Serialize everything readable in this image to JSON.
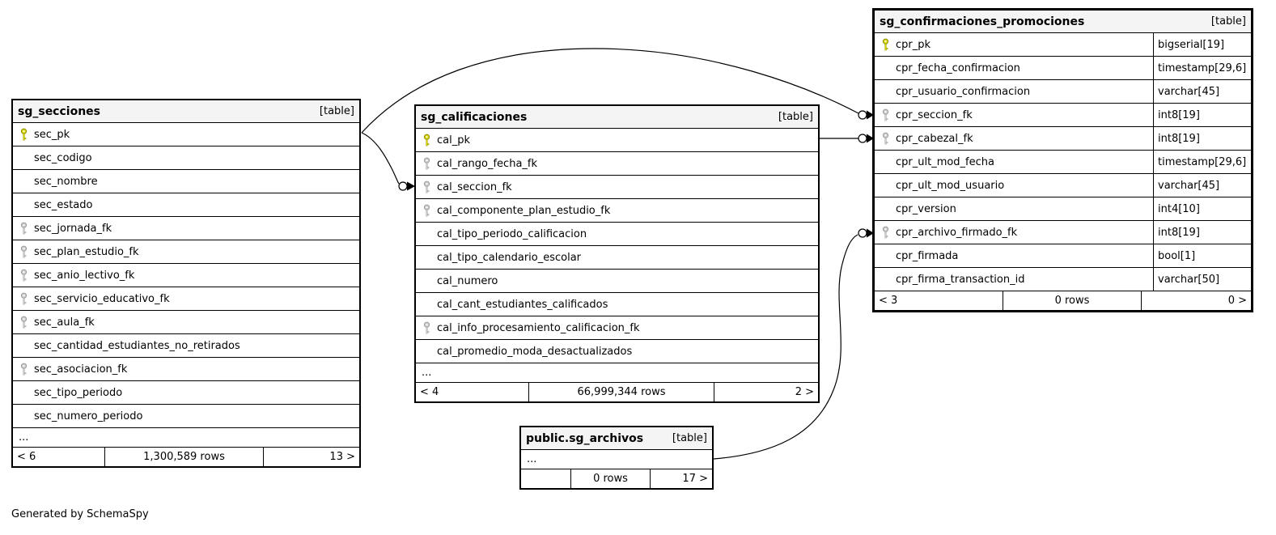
{
  "diagram": {
    "footer_note": "Generated by SchemaSpy",
    "colors": {
      "pk_key_fill": "#d8d800",
      "pk_key_stroke": "#8f8f00",
      "fk_key_fill": "#cccccc",
      "fk_key_stroke": "#9e9e9e",
      "header_bg": "#f4f4f4",
      "border": "#000000",
      "wire": "#000000"
    },
    "tables": [
      {
        "id": "sg_secciones",
        "title": "sg_secciones",
        "badge": "[table]",
        "typed": false,
        "columns": [
          {
            "name": "sec_pk",
            "key": "pk"
          },
          {
            "name": "sec_codigo",
            "key": null
          },
          {
            "name": "sec_nombre",
            "key": null
          },
          {
            "name": "sec_estado",
            "key": null
          },
          {
            "name": "sec_jornada_fk",
            "key": "fk"
          },
          {
            "name": "sec_plan_estudio_fk",
            "key": "fk"
          },
          {
            "name": "sec_anio_lectivo_fk",
            "key": "fk"
          },
          {
            "name": "sec_servicio_educativo_fk",
            "key": "fk"
          },
          {
            "name": "sec_aula_fk",
            "key": "fk"
          },
          {
            "name": "sec_cantidad_estudiantes_no_retirados",
            "key": null
          },
          {
            "name": "sec_asociacion_fk",
            "key": "fk"
          },
          {
            "name": "sec_tipo_periodo",
            "key": null
          },
          {
            "name": "sec_numero_periodo",
            "key": null
          }
        ],
        "ellipsis": "...",
        "footer": {
          "left": "< 6",
          "center": "1,300,589 rows",
          "right": "13 >"
        }
      },
      {
        "id": "sg_calificaciones",
        "title": "sg_calificaciones",
        "badge": "[table]",
        "typed": false,
        "columns": [
          {
            "name": "cal_pk",
            "key": "pk"
          },
          {
            "name": "cal_rango_fecha_fk",
            "key": "fk"
          },
          {
            "name": "cal_seccion_fk",
            "key": "fk"
          },
          {
            "name": "cal_componente_plan_estudio_fk",
            "key": "fk"
          },
          {
            "name": "cal_tipo_periodo_calificacion",
            "key": null
          },
          {
            "name": "cal_tipo_calendario_escolar",
            "key": null
          },
          {
            "name": "cal_numero",
            "key": null
          },
          {
            "name": "cal_cant_estudiantes_calificados",
            "key": null
          },
          {
            "name": "cal_info_procesamiento_calificacion_fk",
            "key": "fk"
          },
          {
            "name": "cal_promedio_moda_desactualizados",
            "key": null
          }
        ],
        "ellipsis": "...",
        "footer": {
          "left": "< 4",
          "center": "66,999,344 rows",
          "right": "2 >"
        }
      },
      {
        "id": "sg_confirmaciones_promociones",
        "title": "sg_confirmaciones_promociones",
        "badge": "[table]",
        "typed": true,
        "columns": [
          {
            "name": "cpr_pk",
            "key": "pk",
            "type": "bigserial[19]"
          },
          {
            "name": "cpr_fecha_confirmacion",
            "key": null,
            "type": "timestamp[29,6]"
          },
          {
            "name": "cpr_usuario_confirmacion",
            "key": null,
            "type": "varchar[45]"
          },
          {
            "name": "cpr_seccion_fk",
            "key": "fk",
            "type": "int8[19]"
          },
          {
            "name": "cpr_cabezal_fk",
            "key": "fk",
            "type": "int8[19]"
          },
          {
            "name": "cpr_ult_mod_fecha",
            "key": null,
            "type": "timestamp[29,6]"
          },
          {
            "name": "cpr_ult_mod_usuario",
            "key": null,
            "type": "varchar[45]"
          },
          {
            "name": "cpr_version",
            "key": null,
            "type": "int4[10]"
          },
          {
            "name": "cpr_archivo_firmado_fk",
            "key": "fk",
            "type": "int8[19]"
          },
          {
            "name": "cpr_firmada",
            "key": null,
            "type": "bool[1]"
          },
          {
            "name": "cpr_firma_transaction_id",
            "key": null,
            "type": "varchar[50]"
          }
        ],
        "ellipsis": null,
        "footer": {
          "left": "< 3",
          "center": "0 rows",
          "right": "0 >"
        }
      },
      {
        "id": "public.sg_archivos",
        "title": "public.sg_archivos",
        "badge": "[table]",
        "typed": false,
        "columns": [],
        "ellipsis": "...",
        "footer": {
          "left": "",
          "center": "0 rows",
          "right": "17 >"
        }
      }
    ],
    "relationships": [
      {
        "from": "sg_secciones.sec_pk",
        "to": "sg_calificaciones.cal_seccion_fk"
      },
      {
        "from": "sg_secciones.sec_pk",
        "to": "sg_confirmaciones_promociones.cpr_seccion_fk"
      },
      {
        "from": "sg_calificaciones.cal_pk",
        "to": "sg_confirmaciones_promociones.cpr_cabezal_fk"
      },
      {
        "from": "public.sg_archivos",
        "to": "sg_confirmaciones_promociones.cpr_archivo_firmado_fk"
      }
    ]
  }
}
